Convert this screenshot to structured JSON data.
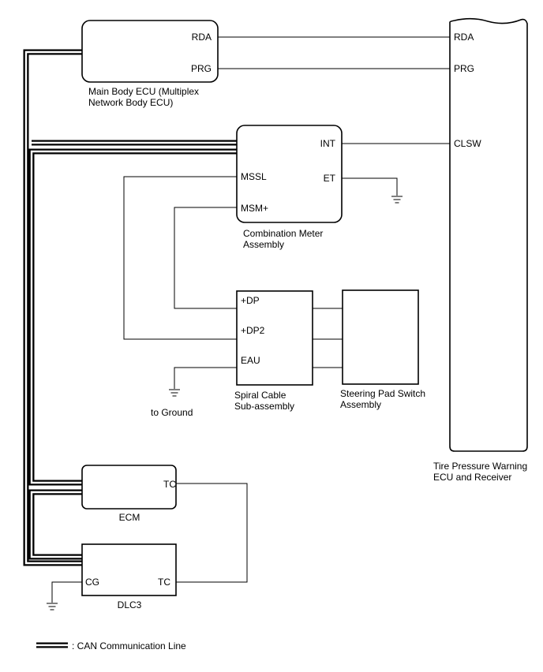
{
  "components": {
    "main_body_ecu": {
      "name_line1": "Main Body ECU (Multiplex",
      "name_line2": "Network Body ECU)",
      "pins": {
        "rda": "RDA",
        "prg": "PRG"
      }
    },
    "combination_meter": {
      "name_line1": "Combination Meter",
      "name_line2": "Assembly",
      "pins": {
        "int": "INT",
        "et": "ET",
        "mssl": "MSSL",
        "msm": "MSM+"
      }
    },
    "spiral_cable": {
      "name_line1": "Spiral Cable",
      "name_line2": "Sub-assembly",
      "pins": {
        "dp": "+DP",
        "dp2": "+DP2",
        "eau": "EAU"
      }
    },
    "steering_pad_switch": {
      "name_line1": "Steering Pad Switch",
      "name_line2": "Assembly"
    },
    "tire_pressure_ecu": {
      "name_line1": "Tire Pressure Warning",
      "name_line2": "ECU and Receiver",
      "pins": {
        "rda": "RDA",
        "prg": "PRG",
        "clsw": "CLSW"
      }
    },
    "ecm": {
      "name": "ECM",
      "pins": {
        "tc": "TC"
      }
    },
    "dlc3": {
      "name": "DLC3",
      "pins": {
        "cg": "CG",
        "tc": "TC"
      }
    }
  },
  "ground_label": "to Ground",
  "legend": {
    "text": ": CAN Communication Line"
  }
}
